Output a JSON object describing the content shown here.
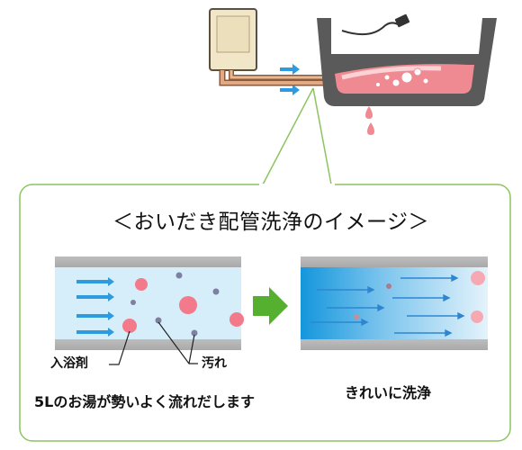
{
  "title": "＜おいだき配管洗浄のイメージ＞",
  "labels": {
    "bath_agent": "入浴剤",
    "dirt": "汚れ"
  },
  "captions": {
    "before": "5Lのお湯が勢いよく流れだします",
    "after": "きれいに洗浄"
  },
  "icons": {
    "water_heater": "water-heater-icon",
    "bathtub": "bathtub-icon",
    "arrow": "right-arrow-icon"
  },
  "colors": {
    "frame_border": "#8cc460",
    "tub": "#555555",
    "water": "#f08a92",
    "pipe": "#c8906a",
    "heater": "#f1e6c8",
    "flow_arrow": "#2e9ae0",
    "green_arrow": "#55b030",
    "dirt_pink": "#f27a8a",
    "dirt_gray": "#7d80a0"
  }
}
